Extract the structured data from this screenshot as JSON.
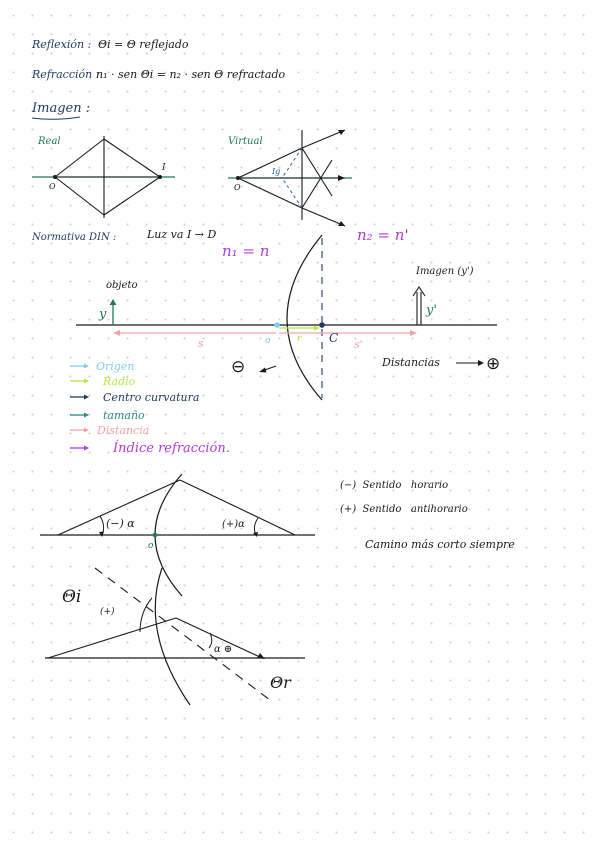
{
  "colors": {
    "navy": "#1f3b63",
    "dark": "#1a1a1a",
    "green": "#1e7a5a",
    "lightblue": "#7fd0f0",
    "yellowgreen": "#b7e64a",
    "pink": "#f2a3a8",
    "magenta": "#b53bd6",
    "teal": "#2b8a86",
    "blue": "#2a5fa8"
  },
  "header": {
    "reflexion_label": "Reflexión :",
    "reflexion_formula": "Θi = Θ reflejado",
    "refraccion_label": "Refracción :",
    "refraccion_formula": "n₁ · sen Θi = n₂ · sen Θ refractado",
    "imagen_title": "Imagen :"
  },
  "imagen": {
    "real_label": "Real",
    "virtual_label": "Virtual",
    "real_object": "O",
    "real_image": "I",
    "virtual_object": "O",
    "virtual_image": "Ig"
  },
  "normativa": {
    "label": "Normativa DIN :",
    "light": "Luz va I → D",
    "n1": "n₁ = n",
    "n2": "n₂ = n'",
    "objeto": "objeto",
    "y": "y",
    "imagen": "Imagen (y')",
    "y_prime": "y'",
    "s": "s",
    "s_prime": "s'",
    "o_point": "o",
    "r": "r",
    "c_point": "C",
    "minus_symbol": "⊖",
    "distancias": "Distancias",
    "plus_symbol": "⊕"
  },
  "legend": [
    {
      "label": "Origen",
      "color": "#7fd0f0"
    },
    {
      "label": "Radio",
      "color": "#b7e64a"
    },
    {
      "label": "Centro curvatura",
      "color": "#1f3b63"
    },
    {
      "label": "tamaño",
      "color": "#2b8a86"
    },
    {
      "label": "Distancia",
      "color": "#f2a3a8"
    },
    {
      "label": "Índice refracción.",
      "color": "#b53bd6"
    }
  ],
  "angles": {
    "neg_alpha": "(−) α",
    "pos_alpha": "(+)α",
    "o_point": "o",
    "sign_minus": "(−)  Sentido   horario",
    "sign_plus": "(+)  Sentido   antihorario",
    "shortest": "Camino más corto siempre"
  },
  "refraction": {
    "theta_i": "Θi",
    "plus": "(+)",
    "alpha_plus": "α ⊕",
    "theta_r": "Θr"
  }
}
